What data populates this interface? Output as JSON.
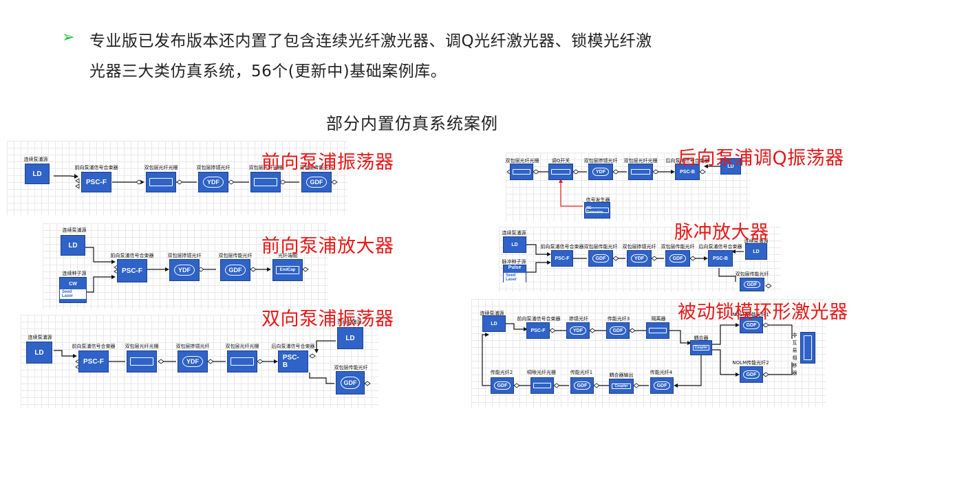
{
  "intro": {
    "bullet": "➢",
    "line1": "专业版已发布版本还内置了包含连续光纤激光器、调Q光纤激光器、锁模光纤激",
    "line2": "光器三大类仿真系统，56个(更新中)基础案例库。"
  },
  "heading": "部分内置仿真系统案例",
  "diagrams": {
    "forward_osc": {
      "title": "前向泵浦振荡器",
      "labels": [
        "连续泵浦源",
        "前向泵浦信号合束器",
        "双包层光纤光栅",
        "双包层掺镱光纤",
        "双包层光纤光栅",
        "双包层传能光纤"
      ],
      "blocks": [
        "LD",
        "PSC-F",
        "",
        "YDF",
        "",
        "GDF"
      ]
    },
    "forward_amp": {
      "title": "前向泵浦放大器",
      "labels": [
        "连续泵浦源",
        "连续种子源",
        "前向泵浦信号合束器",
        "双包层掺镱光纤",
        "双包层传能光纤",
        "光纤端帽"
      ],
      "blocks": [
        "LD",
        "CW",
        "Seed Laser",
        "PSC-F",
        "YDF",
        "GDF",
        "EndCap"
      ]
    },
    "bidir_osc": {
      "title": "双向泵浦振荡器",
      "labels": [
        "连续泵浦源",
        "前向泵浦信号合束器",
        "双包层光纤光栅",
        "双包层掺镱光纤",
        "双包层光纤光栅",
        "后向泵浦信号合束器",
        "连续泵浦源",
        "双包层传能光纤"
      ],
      "blocks": [
        "LD",
        "PSC-F",
        "",
        "YDF",
        "",
        "PSC-B",
        "LD",
        "GDF"
      ]
    },
    "backward_q": {
      "title": "后向泵浦调Q振荡器",
      "labels": [
        "双包层光纤光栅",
        "调Q开关",
        "双包层掺镱光纤",
        "双包层光纤光栅",
        "后向泵浦信号合束器",
        "信号发生器"
      ],
      "blocks": [
        "",
        "",
        "YDF",
        "",
        "PSC-B",
        "LD",
        "RC Generator"
      ]
    },
    "pulse_amp": {
      "title": "脉冲放大器",
      "labels": [
        "连续泵浦源",
        "脉冲种子源",
        "前向泵浦信号合束器",
        "双包层传能光纤",
        "双包层掺镱光纤",
        "双包层传能光纤",
        "后向泵浦信号合束器",
        "连续泵浦源",
        "双包层传能光纤"
      ],
      "blocks": [
        "LD",
        "Pulse",
        "Seed Laser",
        "PSC-F",
        "GDF",
        "YDF",
        "GDF",
        "PSC-B",
        "LD",
        "GDF"
      ]
    },
    "mode_lock": {
      "title": "被动锁模环形激光器",
      "labels": [
        "连续泵浦源",
        "前向泵浦信号合束器",
        "掺镱光纤",
        "传能光纤3",
        "隔离器",
        "耦合器",
        "NOLM传能光纤1",
        "NOLM传能光纤2",
        "非互易相移器",
        "传能光纤2",
        "啁啾光纤光栅",
        "传能光纤1",
        "耦合器输出",
        "传能光纤4"
      ],
      "blocks": [
        "LD",
        "PSC-F",
        "YDF",
        "GDF",
        "",
        "Coupler",
        "GDF",
        "GDF",
        "GDF",
        "",
        "GDF",
        "Coupler",
        "GDF"
      ]
    }
  },
  "colors": {
    "block": "#2f63c7",
    "red_label": "#e81818",
    "bullet": "#16c23a",
    "wire": "#111111",
    "signal": "#e81818"
  }
}
